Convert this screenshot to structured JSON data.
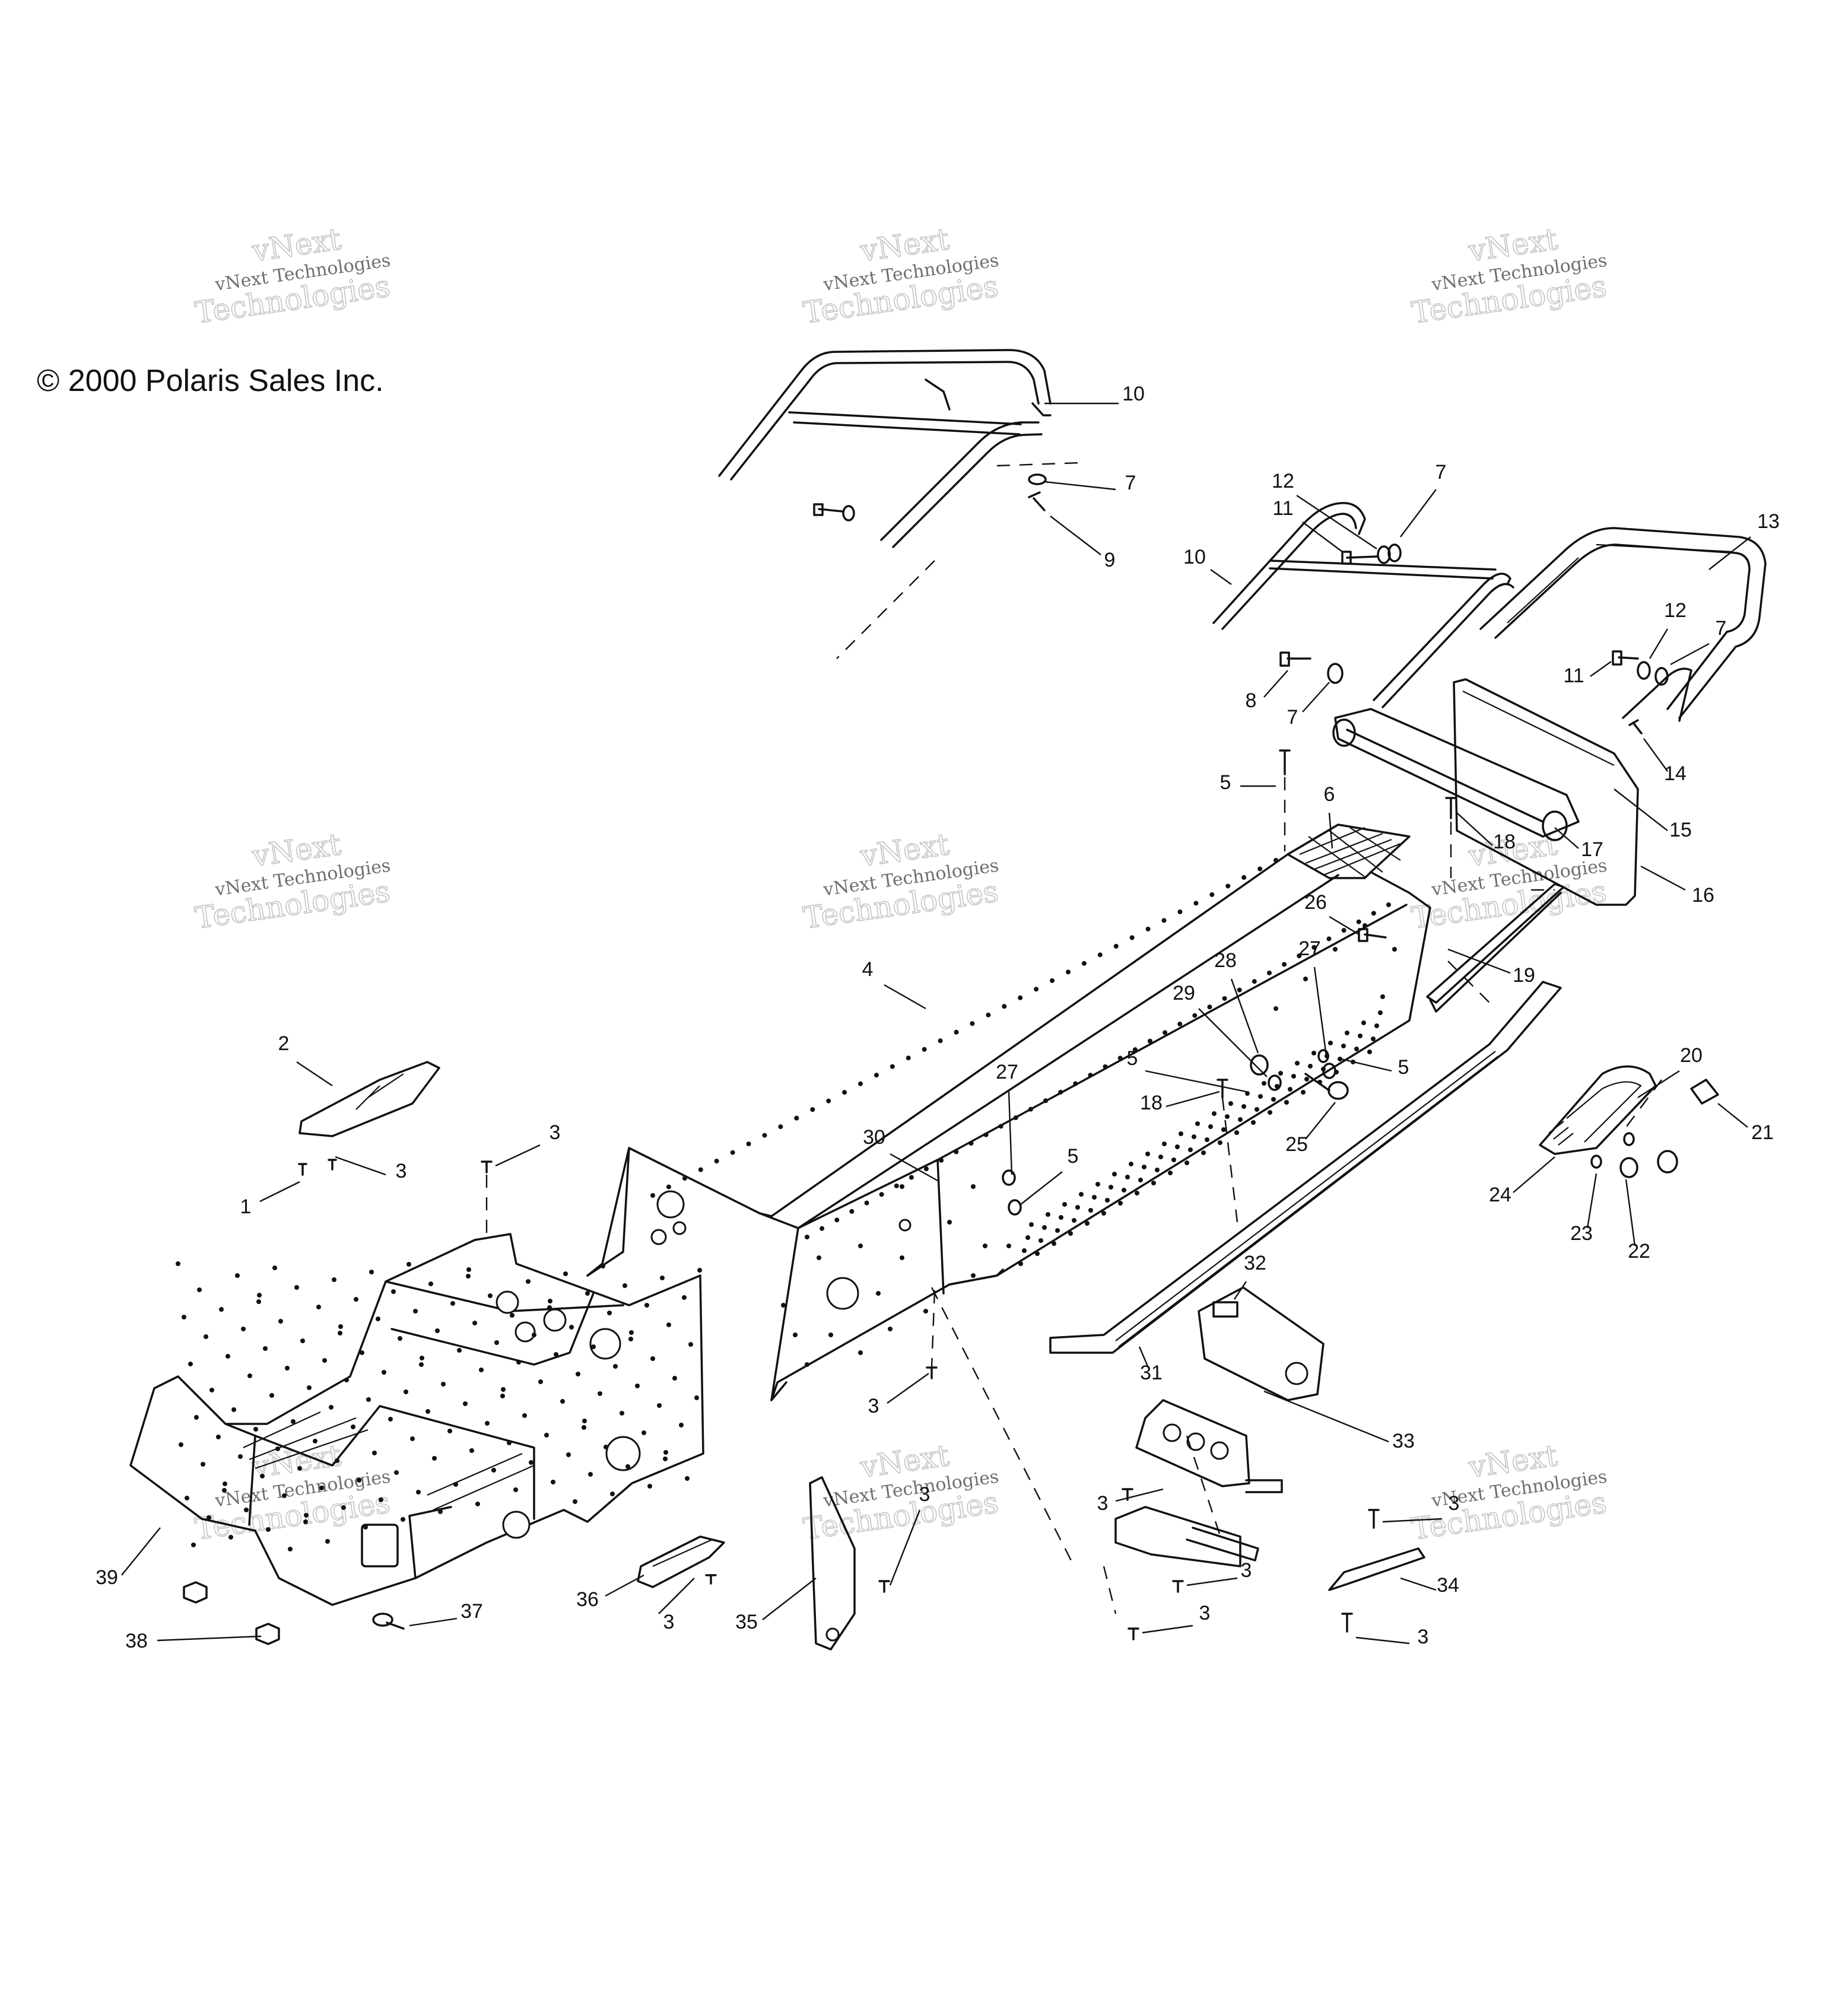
{
  "copyright": "© 2000 Polaris Sales Inc.",
  "watermark": {
    "line1": "vNext Technologies",
    "line2": "vNext",
    "line3": "Technologies"
  },
  "callouts": [
    "1",
    "2",
    "3",
    "4",
    "5",
    "6",
    "7",
    "8",
    "9",
    "10",
    "11",
    "12",
    "13",
    "14",
    "15",
    "16",
    "17",
    "18",
    "19",
    "20",
    "21",
    "22",
    "23",
    "24",
    "25",
    "26",
    "27",
    "28",
    "29",
    "30",
    "31",
    "32",
    "33",
    "34",
    "35",
    "36",
    "37",
    "38",
    "39"
  ],
  "parts": [
    {
      "ref": "1",
      "icon": "bolt-icon"
    },
    {
      "ref": "2",
      "icon": "bracket-icon"
    },
    {
      "ref": "3",
      "icon": "rivet-icon"
    },
    {
      "ref": "4",
      "icon": "tunnel-icon"
    },
    {
      "ref": "5",
      "icon": "rivet-icon"
    },
    {
      "ref": "6",
      "icon": "mesh-plate-icon"
    },
    {
      "ref": "7",
      "icon": "washer-icon"
    },
    {
      "ref": "8",
      "icon": "bolt-icon"
    },
    {
      "ref": "9",
      "icon": "screw-icon"
    },
    {
      "ref": "10",
      "icon": "grab-bar-icon"
    },
    {
      "ref": "11",
      "icon": "bolt-icon"
    },
    {
      "ref": "12",
      "icon": "washer-icon"
    },
    {
      "ref": "13",
      "icon": "rear-bumper-icon"
    },
    {
      "ref": "14",
      "icon": "screw-icon"
    },
    {
      "ref": "15",
      "icon": "flap-bracket-icon"
    },
    {
      "ref": "16",
      "icon": "snow-flap-icon"
    },
    {
      "ref": "17",
      "icon": "tail-light-housing-icon"
    },
    {
      "ref": "18",
      "icon": "rivet-icon"
    },
    {
      "ref": "19",
      "icon": "rail-icon"
    },
    {
      "ref": "20",
      "icon": "nut-icon"
    },
    {
      "ref": "21",
      "icon": "reflector-icon"
    },
    {
      "ref": "22",
      "icon": "bushing-icon"
    },
    {
      "ref": "23",
      "icon": "washer-icon"
    },
    {
      "ref": "24",
      "icon": "foot-rest-icon"
    },
    {
      "ref": "25",
      "icon": "bushing-icon"
    },
    {
      "ref": "26",
      "icon": "bolt-icon"
    },
    {
      "ref": "27",
      "icon": "rivet-icon"
    },
    {
      "ref": "28",
      "icon": "bushing-icon"
    },
    {
      "ref": "29",
      "icon": "spacer-icon"
    },
    {
      "ref": "30",
      "icon": "panel-icon"
    },
    {
      "ref": "31",
      "icon": "heat-exchanger-icon"
    },
    {
      "ref": "32",
      "icon": "cover-icon"
    },
    {
      "ref": "33",
      "icon": "bracket-icon"
    },
    {
      "ref": "34",
      "icon": "clip-icon"
    },
    {
      "ref": "35",
      "icon": "support-bracket-icon"
    },
    {
      "ref": "36",
      "icon": "angle-bracket-icon"
    },
    {
      "ref": "37",
      "icon": "plug-icon"
    },
    {
      "ref": "38",
      "icon": "nut-icon"
    },
    {
      "ref": "39",
      "icon": "chassis-bulkhead-icon"
    }
  ]
}
